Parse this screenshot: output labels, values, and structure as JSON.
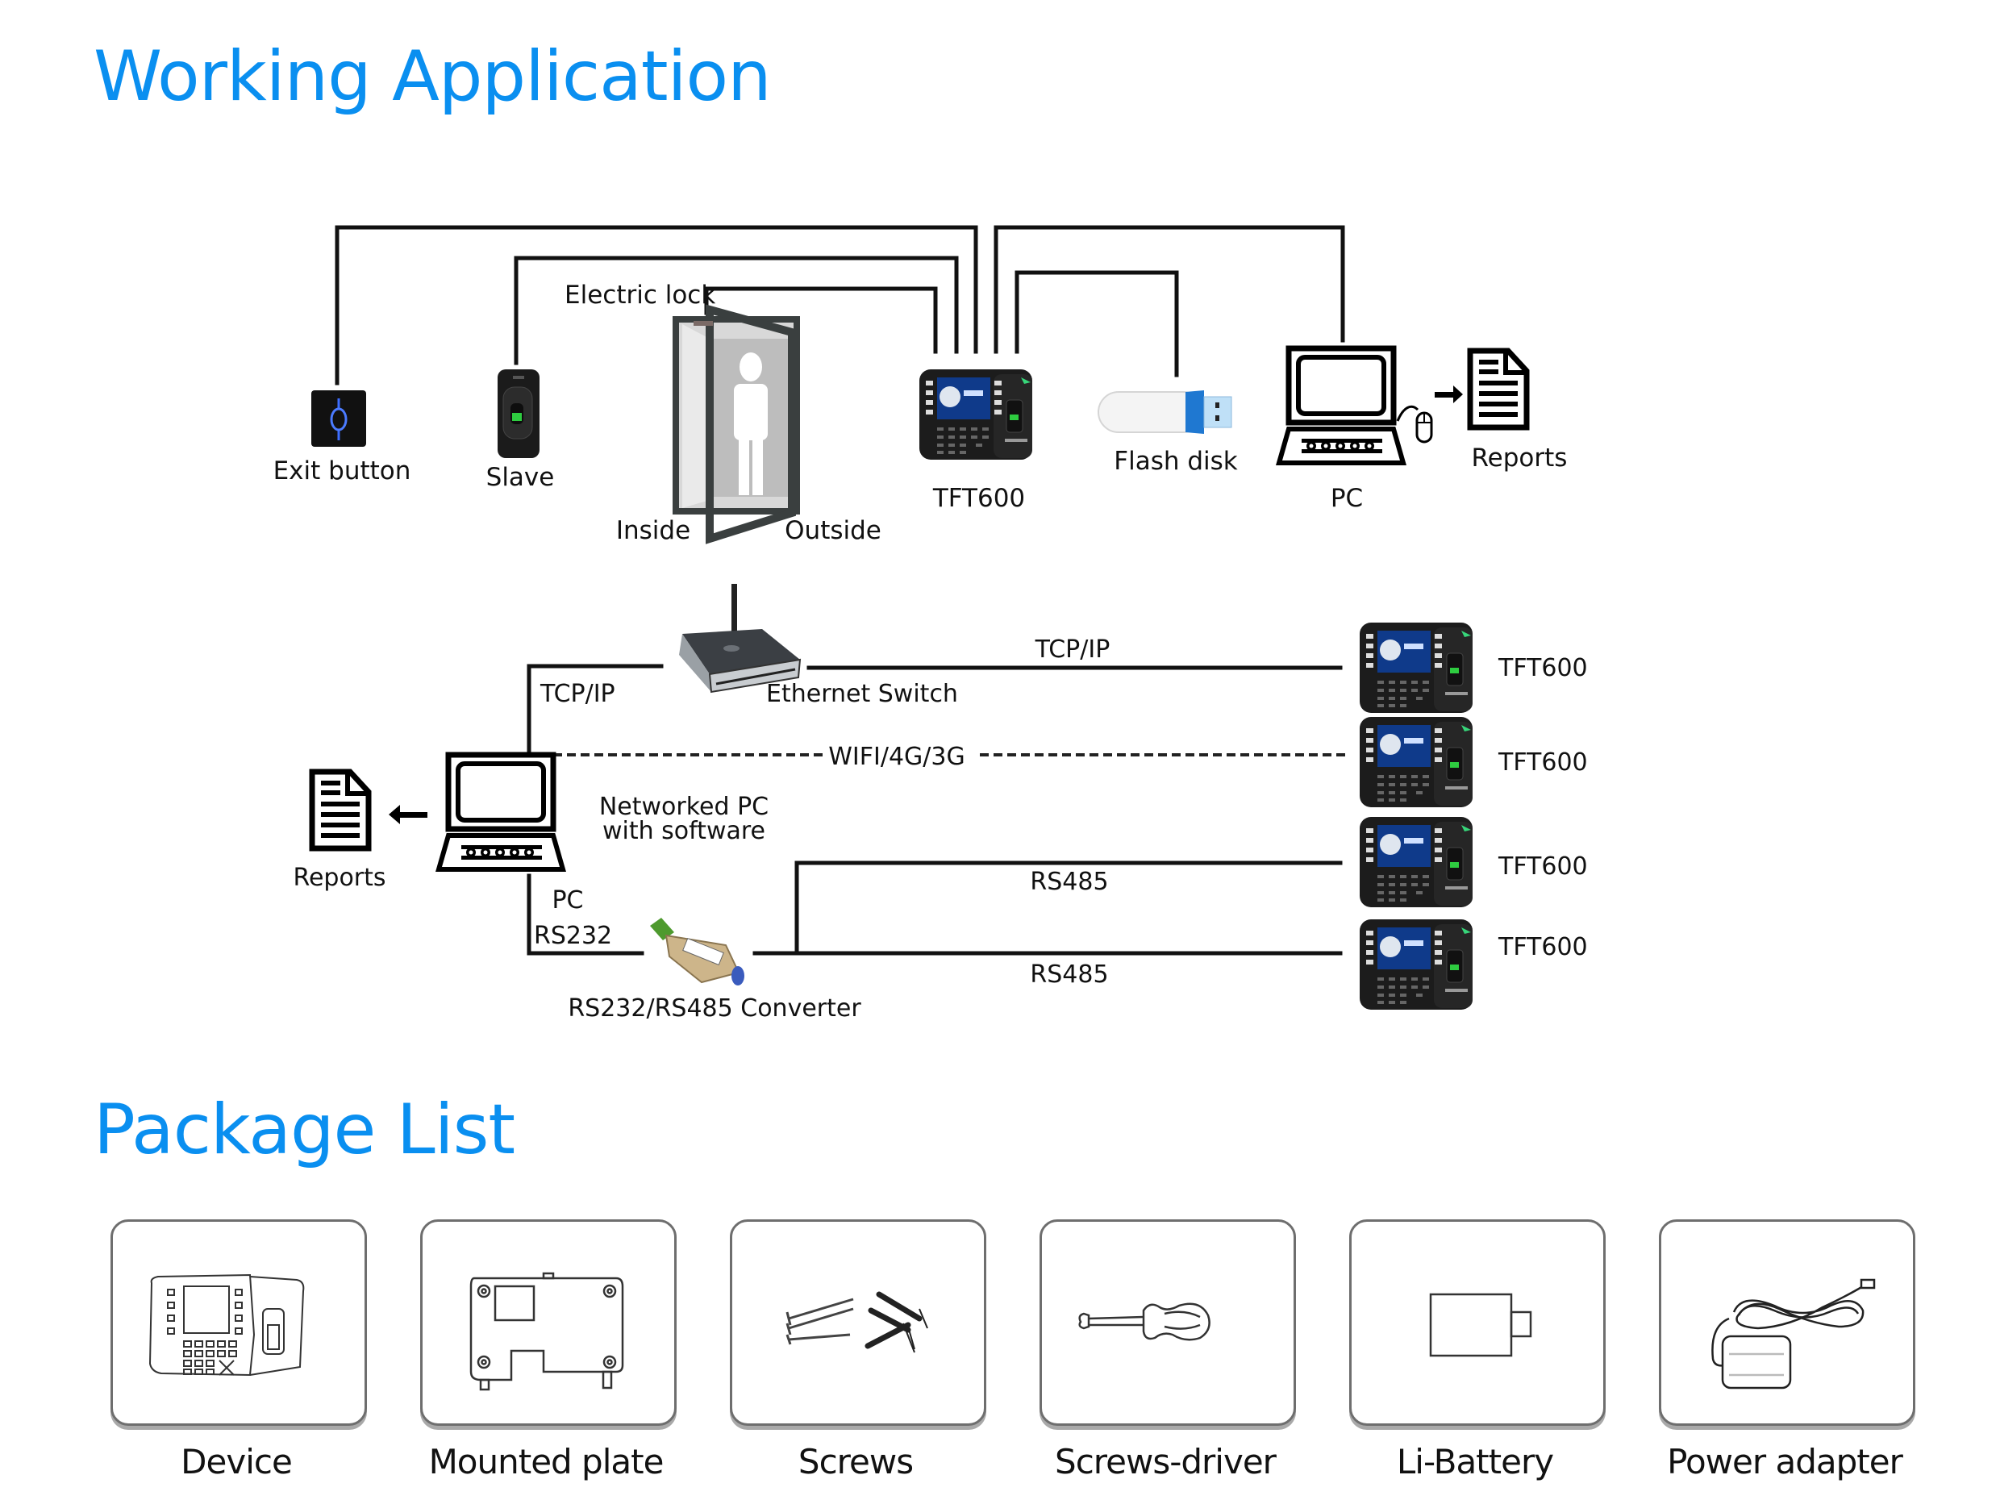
{
  "sections": {
    "working_application_title": "Working Application",
    "package_list_title": "Package List"
  },
  "top_diagram": {
    "exit_button": "Exit button",
    "slave": "Slave",
    "electric_lock": "Electric lock",
    "inside": "Inside",
    "outside": "Outside",
    "device": "TFT600",
    "flash_disk": "Flash disk",
    "pc": "PC",
    "reports": "Reports"
  },
  "network_diagram": {
    "reports": "Reports",
    "pc_caption_line1": "Networked PC",
    "pc_caption_line2": "with software",
    "tcpip_left": "TCP/IP",
    "ethernet_switch": "Ethernet Switch",
    "tcpip_right": "TCP/IP",
    "wireless": "WIFI/4G/3G",
    "pc_port": "PC",
    "rs232": "RS232",
    "converter": "RS232/RS485 Converter",
    "rs485_top": "RS485",
    "rs485_bottom": "RS485",
    "devices": [
      "TFT600",
      "TFT600",
      "TFT600",
      "TFT600"
    ]
  },
  "package_list": [
    {
      "label": "Device",
      "icon": "device-outline-icon"
    },
    {
      "label": "Mounted plate",
      "icon": "mounting-plate-icon"
    },
    {
      "label": "Screws",
      "icon": "screws-icon"
    },
    {
      "label": "Screws-driver",
      "icon": "screwdriver-icon"
    },
    {
      "label": "Li-Battery",
      "icon": "battery-icon"
    },
    {
      "label": "Power adapter",
      "icon": "power-adapter-icon"
    }
  ],
  "colors": {
    "title_blue": "#0a8ff0",
    "line": "#111111",
    "box_border": "#6e6e6e"
  }
}
